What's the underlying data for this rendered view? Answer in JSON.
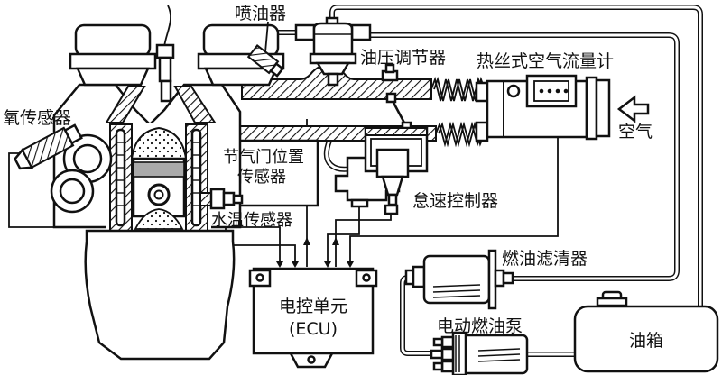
{
  "diagram": {
    "type": "engine-efi-system-schematic",
    "labels": {
      "injector": "喷油器",
      "pressure_regulator": "油压调节器",
      "air_flow_meter": "热丝式空气流量计",
      "air": "空气",
      "oxygen_sensor": "氧传感器",
      "throttle_position_line1": "节气门位置",
      "throttle_position_line2": "传感器",
      "idle_controller": "怠速控制器",
      "water_temp_sensor": "水温传感器",
      "ecu_line1": "电控单元",
      "ecu_line2": "(ECU)",
      "fuel_filter": "燃油滤清器",
      "fuel_pump": "电动燃油泵",
      "fuel_tank": "油箱"
    },
    "icons": {
      "air_flow_arrow": "left-arrow"
    },
    "colors": {
      "line": "#111111",
      "background": "#ffffff",
      "piston_band": "#aaaaaa"
    }
  }
}
